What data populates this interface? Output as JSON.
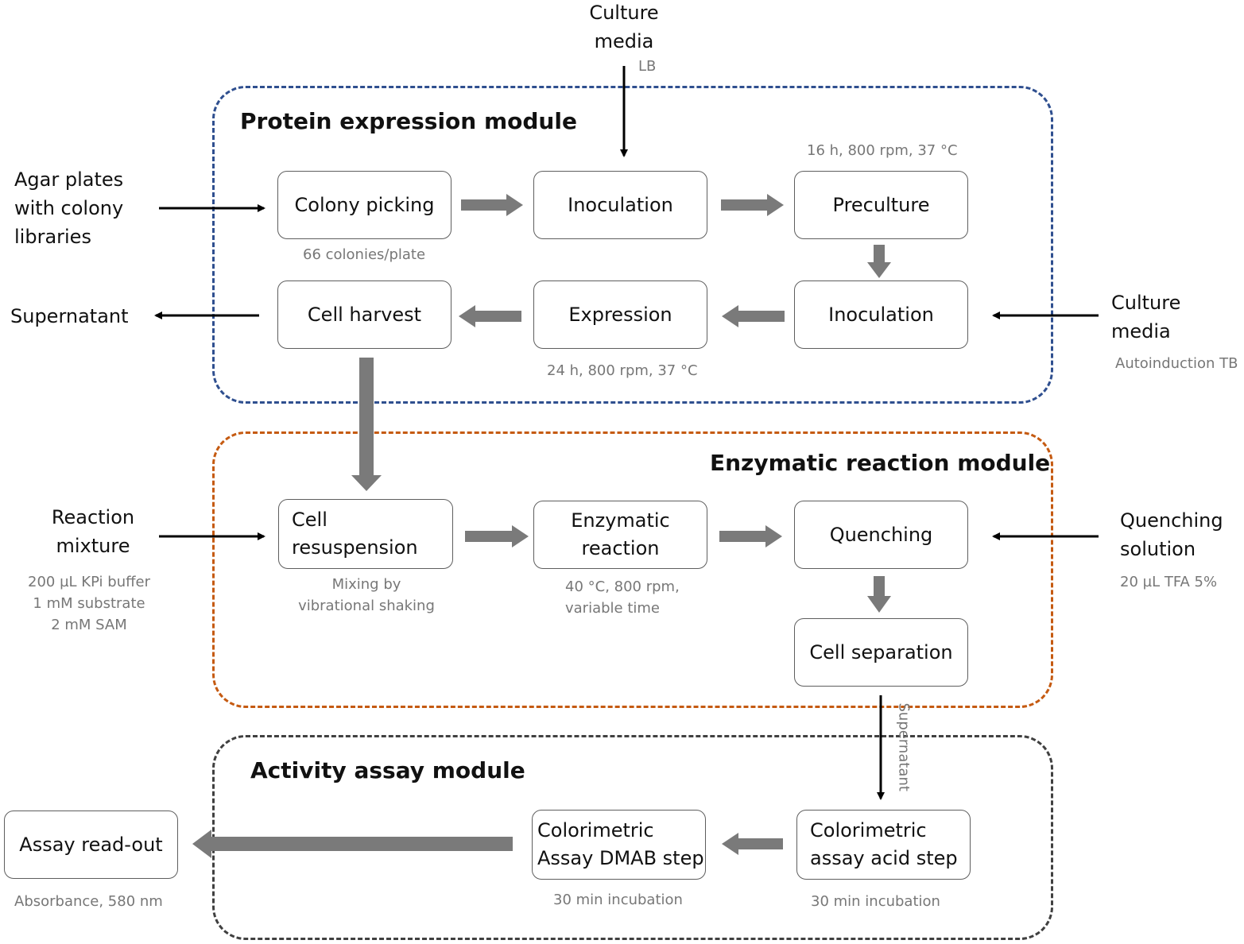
{
  "colors": {
    "protein_module_border": "#2f4f8f",
    "enzymatic_module_border": "#c55a11",
    "assay_module_border": "#404040",
    "process_arrow": "#7a7a7a",
    "input_arrow": "#000000",
    "note_text": "#777777"
  },
  "modules": {
    "protein": {
      "title": "Protein expression module"
    },
    "enzymatic": {
      "title": "Enzymatic reaction module"
    },
    "assay": {
      "title": "Activity assay module"
    }
  },
  "steps": {
    "colony_picking": "Colony picking",
    "inoculation_1": "Inoculation",
    "preculture": "Preculture",
    "inoculation_2": "Inoculation",
    "expression": "Expression",
    "cell_harvest": "Cell harvest",
    "cell_resuspension": "Cell\nresuspension",
    "enzymatic_reaction": "Enzymatic\nreaction",
    "quenching": "Quenching",
    "cell_separation": "Cell separation",
    "colorimetric_acid": "Colorimetric\nassay acid step",
    "colorimetric_dmab": "Colorimetric\nAssay DMAB step",
    "assay_readout": "Assay read-out"
  },
  "inputs": {
    "culture_media_top": "Culture\nmedia",
    "agar_plates": "Agar plates\nwith colony\nlibraries",
    "supernatant_out": "Supernatant",
    "culture_media_right": "Culture\nmedia",
    "reaction_mixture": "Reaction\nmixture",
    "quenching_solution": "Quenching\nsolution"
  },
  "notes": {
    "lb": "LB",
    "preculture_conditions": "16 h, 800 rpm, 37 °C",
    "colonies_per_plate": "66 colonies/plate",
    "expression_conditions": "24 h, 800 rpm, 37 °C",
    "autoinduction": "Autoinduction TB",
    "reaction_mixture_details": "200 µL KPi buffer\n1 mM  substrate\n2 mM SAM",
    "mixing": "Mixing by\nvibrational shaking",
    "reaction_conditions": "40 °C, 800 rpm,\nvariable time",
    "quench_details": "20 µL TFA 5%",
    "supernatant_vertical": "Supernatant",
    "dmab_incubation": "30 min incubation",
    "acid_incubation": "30 min incubation",
    "absorbance": "Absorbance, 580 nm"
  }
}
